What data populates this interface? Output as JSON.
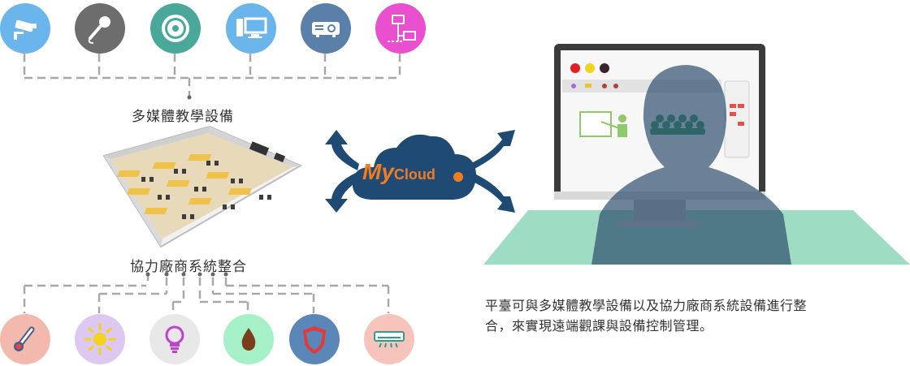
{
  "top_group": {
    "label": "多媒體教學設備",
    "icons": [
      {
        "name": "cctv-camera-icon",
        "color": "#6ab6ec"
      },
      {
        "name": "microphone-icon",
        "color": "#6d6d6d"
      },
      {
        "name": "disc-icon",
        "color": "#4aa89a"
      },
      {
        "name": "computer-icon",
        "color": "#6ab6ec"
      },
      {
        "name": "projector-icon",
        "color": "#5a7fa8"
      },
      {
        "name": "network-icon",
        "color": "#e94fcf"
      }
    ]
  },
  "bottom_group": {
    "label": "協力廠商系統整合",
    "icons": [
      {
        "name": "thermometer-icon",
        "color": "#f4b9ae"
      },
      {
        "name": "sun-icon",
        "color": "#dcc8f0"
      },
      {
        "name": "light-bulb-icon",
        "color": "#e8e8e8"
      },
      {
        "name": "water-drop-icon",
        "color": "#a6f0c8"
      },
      {
        "name": "shield-icon",
        "color": "#5a86b8"
      },
      {
        "name": "air-conditioner-icon",
        "color": "#f6c4bb"
      }
    ]
  },
  "cloud": {
    "brand_my": "My",
    "brand_cloud": "Cloud",
    "color": "#1f4a73"
  },
  "description": "平臺可與多媒體教學設備以及協力廠商系統設備進行整合，來實現遠端觀課與設備控制管理。"
}
